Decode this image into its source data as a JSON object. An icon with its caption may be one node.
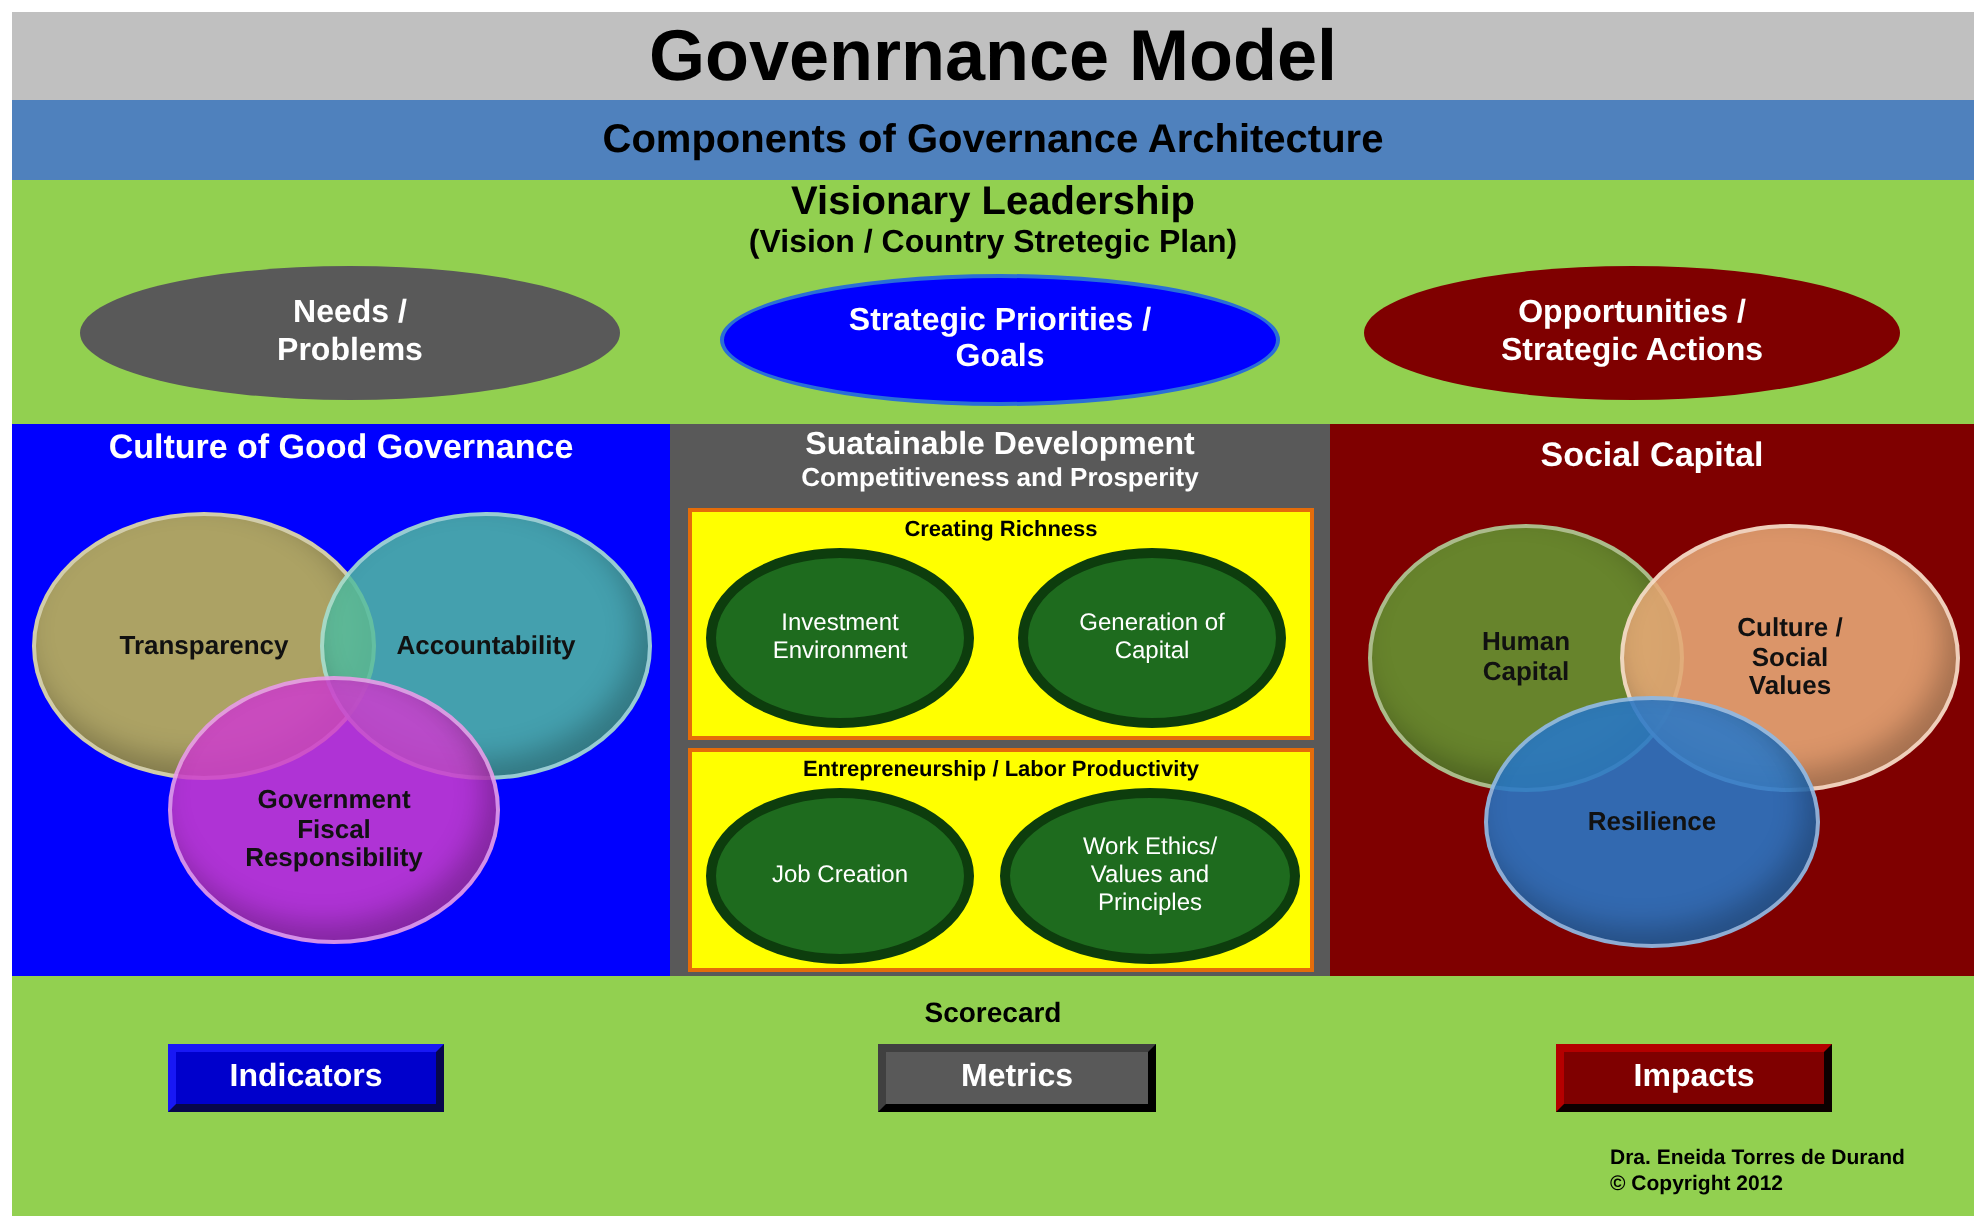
{
  "diagram": {
    "title": "Govenrnance Model",
    "nodes": [
      {
        "text": [
          "Components of Governance Architecture"
        ]
      },
      {
        "text": [
          "Visionary Leadership",
          "(Vision / Country Stretegic Plan)"
        ]
      },
      {
        "text": [
          "Needs / Problems"
        ],
        "in": 1
      },
      {
        "text": [
          "Strategic Priorities / Goals"
        ],
        "in": 1
      },
      {
        "text": [
          "Opportunities / Strategic Actions"
        ],
        "in": 1
      },
      {
        "text": [
          "Culture of Good Governance"
        ]
      },
      {
        "text": [
          "Transparency"
        ],
        "in": 5
      },
      {
        "text": [
          "Accountability"
        ],
        "in": 5
      },
      {
        "text": [
          "Government Fiscal Responsibility"
        ],
        "in": 5
      },
      {
        "text": [
          "Suatainable Development",
          "Competitiveness and Prosperity"
        ]
      },
      {
        "text": [
          "Creating Richness"
        ],
        "in": 9
      },
      {
        "text": [
          "Investment Environment"
        ],
        "in": 10
      },
      {
        "text": [
          "Generation of Capital"
        ],
        "in": 10
      },
      {
        "text": [
          "Entrepreneurship / Labor Productivity"
        ],
        "in": 9
      },
      {
        "text": [
          "Job Creation"
        ],
        "in": 13
      },
      {
        "text": [
          "Work Ethics/ Values and Principles"
        ],
        "in": 13
      },
      {
        "text": [
          "Social Capital"
        ]
      },
      {
        "text": [
          "Human Capital"
        ],
        "in": 16
      },
      {
        "text": [
          "Culture / Social Values"
        ],
        "in": 16
      },
      {
        "text": [
          "Resilience"
        ],
        "in": 16
      },
      {
        "text": [
          "Scorecard"
        ]
      },
      {
        "text": [
          "Indicators"
        ],
        "in": 20
      },
      {
        "text": [
          "Metrics"
        ],
        "in": 20
      },
      {
        "text": [
          "Impacts"
        ],
        "in": 20
      }
    ],
    "edges": [],
    "labels": [
      "Dra. Eneida Torres de Durand",
      "© Copyright 2012"
    ]
  }
}
